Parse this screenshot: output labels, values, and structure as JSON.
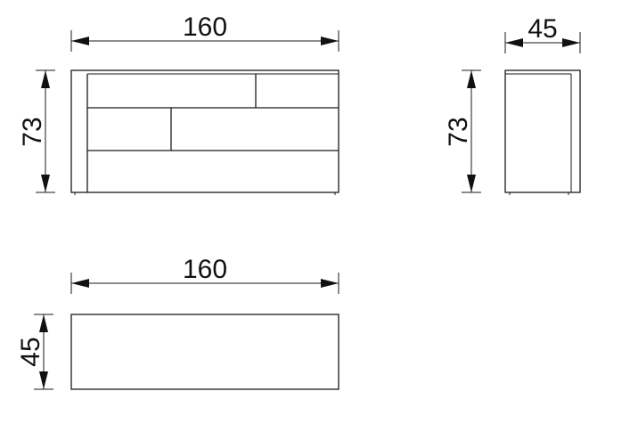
{
  "views": {
    "front": {
      "width_label": "160",
      "height_label": "73"
    },
    "side": {
      "depth_label": "45",
      "height_label": "73"
    },
    "top": {
      "width_label": "160",
      "depth_label": "45"
    }
  },
  "colors": {
    "line": "#1a1a1a",
    "background": "#ffffff"
  }
}
